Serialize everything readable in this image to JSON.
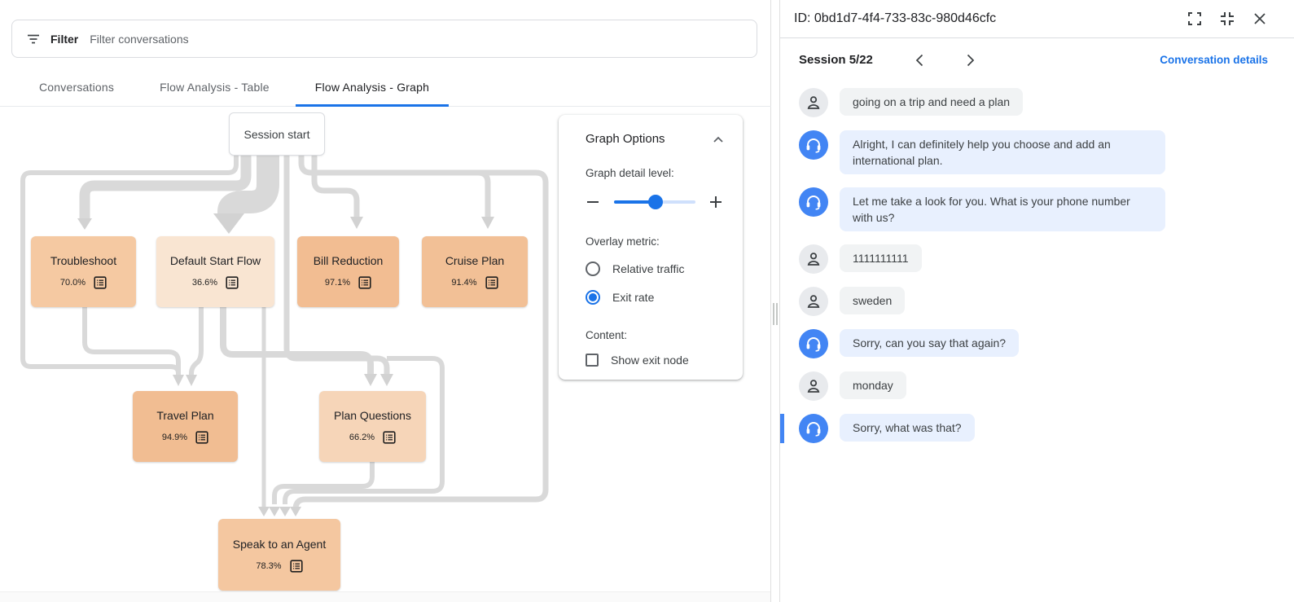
{
  "colors": {
    "accent": "#1a73e8",
    "highlight": "#4285f4",
    "bot_avatar": "#4285f4",
    "bot_bubble": "#e8f0fe",
    "user_bubble": "#f1f3f4",
    "edge": "#d9d9d9",
    "arrow": "#d2d2d2"
  },
  "filter_bar": {
    "label": "Filter",
    "placeholder": "Filter conversations"
  },
  "tabs": [
    {
      "label": "Conversations",
      "active": false
    },
    {
      "label": "Flow Analysis - Table",
      "active": false
    },
    {
      "label": "Flow Analysis - Graph",
      "active": true
    }
  ],
  "graph": {
    "start_node": {
      "label": "Session start"
    },
    "nodes": [
      {
        "id": "troubleshoot",
        "label": "Troubleshoot",
        "exit_rate": "70.0%",
        "color": "#f5c9a2"
      },
      {
        "id": "default_start_flow",
        "label": "Default Start Flow",
        "exit_rate": "36.6%",
        "color": "#f9e5d2"
      },
      {
        "id": "bill_reduction",
        "label": "Bill Reduction",
        "exit_rate": "97.1%",
        "color": "#f2bd92"
      },
      {
        "id": "cruise_plan",
        "label": "Cruise Plan",
        "exit_rate": "91.4%",
        "color": "#f2c096"
      },
      {
        "id": "travel_plan",
        "label": "Travel Plan",
        "exit_rate": "94.9%",
        "color": "#f1bd92"
      },
      {
        "id": "plan_questions",
        "label": "Plan Questions",
        "exit_rate": "66.2%",
        "color": "#f6d5b8"
      },
      {
        "id": "speak_to_agent",
        "label": "Speak to an Agent",
        "exit_rate": "78.3%",
        "color": "#f4c7a0"
      }
    ]
  },
  "graph_options": {
    "title": "Graph Options",
    "detail_label": "Graph detail level:",
    "overlay_label": "Overlay metric:",
    "radios": [
      {
        "label": "Relative traffic",
        "selected": false
      },
      {
        "label": "Exit rate",
        "selected": true
      }
    ],
    "content_label": "Content:",
    "checkbox_label": "Show exit node",
    "checkbox_checked": false
  },
  "details_panel": {
    "id_label": "ID: 0bd1d7-4f4-733-83c-980d46cfc",
    "session_label": "Session 5/22",
    "link": "Conversation details",
    "messages": [
      {
        "role": "user",
        "text": "going on a trip and need a plan",
        "highlighted": false
      },
      {
        "role": "bot",
        "text": "Alright, I can definitely help you choose and add an international plan.",
        "highlighted": false
      },
      {
        "role": "bot",
        "text": "Let me take a look for you. What is your phone number with us?",
        "highlighted": false
      },
      {
        "role": "user",
        "text": "1111111111",
        "highlighted": false
      },
      {
        "role": "user",
        "text": "sweden",
        "highlighted": false
      },
      {
        "role": "bot",
        "text": "Sorry, can you say that again?",
        "highlighted": false
      },
      {
        "role": "user",
        "text": "monday",
        "highlighted": false
      },
      {
        "role": "bot",
        "text": "Sorry, what was that?",
        "highlighted": true
      }
    ]
  }
}
